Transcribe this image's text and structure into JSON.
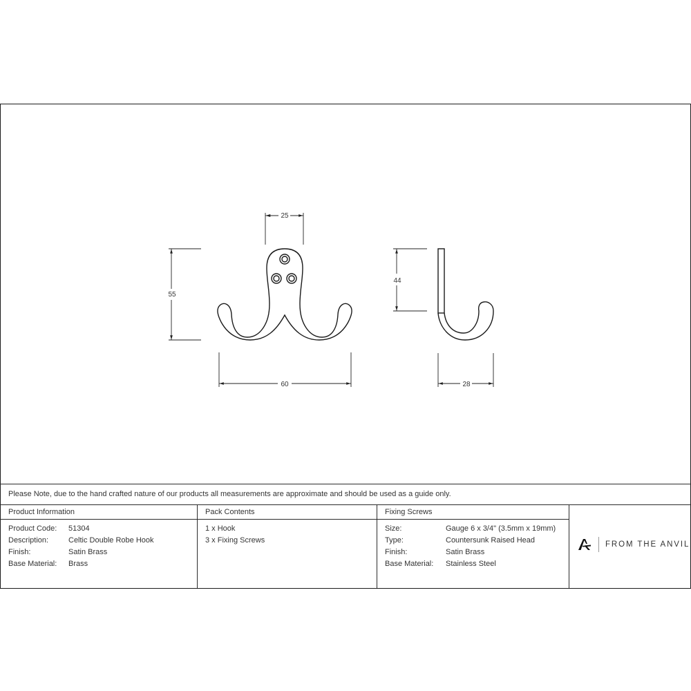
{
  "drawing": {
    "front_view": {
      "dimensions": {
        "width_total": "60",
        "height_total": "55",
        "plate_width": "25"
      }
    },
    "side_view": {
      "dimensions": {
        "plate_height": "44",
        "projection": "28"
      }
    }
  },
  "note": "Please Note, due to the hand crafted nature of our products all measurements are approximate and should be used as a guide only.",
  "product_information": {
    "title": "Product Information",
    "rows": [
      {
        "label": "Product Code:",
        "value": "51304"
      },
      {
        "label": "Description:",
        "value": "Celtic Double Robe Hook"
      },
      {
        "label": "Finish:",
        "value": "Satin Brass"
      },
      {
        "label": "Base Material:",
        "value": "Brass"
      }
    ]
  },
  "pack_contents": {
    "title": "Pack Contents",
    "items": [
      "1 x Hook",
      "3 x Fixing Screws"
    ]
  },
  "fixing_screws": {
    "title": "Fixing Screws",
    "rows": [
      {
        "label": "Size:",
        "value": "Gauge 6 x 3/4\" (3.5mm x 19mm)"
      },
      {
        "label": "Type:",
        "value": "Countersunk Raised Head"
      },
      {
        "label": "Finish:",
        "value": "Satin Brass"
      },
      {
        "label": "Base Material:",
        "value": "Stainless Steel"
      }
    ]
  },
  "brand": {
    "logo_icon": "anvil-a-logo-icon",
    "name": "FROM THE ANVIL"
  },
  "colors": {
    "line": "#1a1a1a",
    "text": "#333333",
    "background": "#ffffff"
  }
}
